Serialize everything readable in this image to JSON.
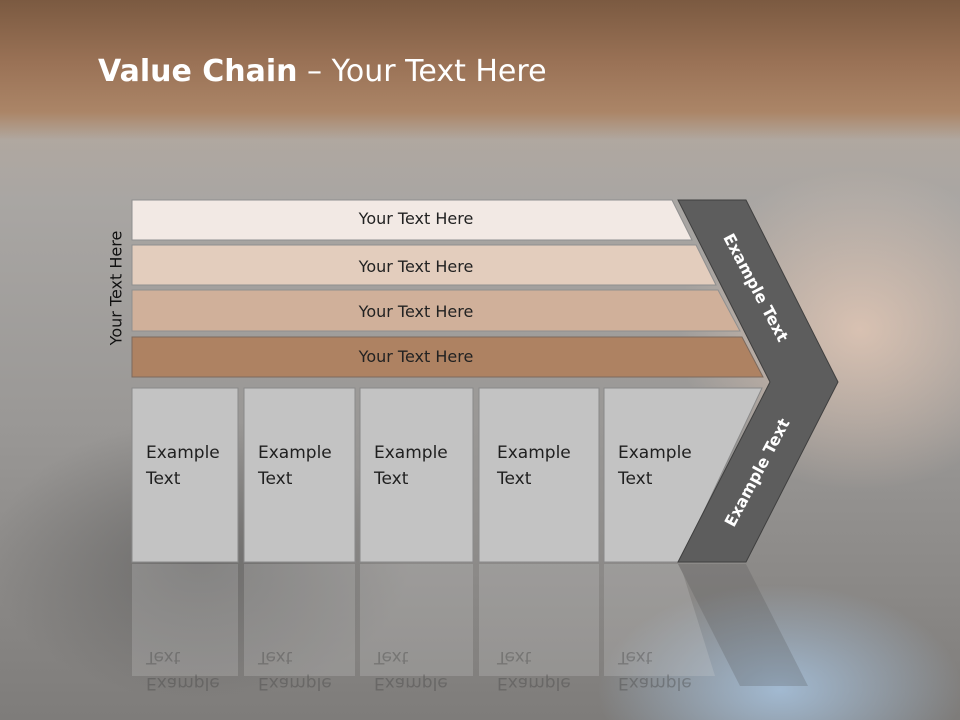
{
  "title": {
    "bold": "Value Chain",
    "rest": " – Your Text Here"
  },
  "side_label": "Your Text Here",
  "rows": [
    {
      "label": "Your Text Here"
    },
    {
      "label": "Your Text Here"
    },
    {
      "label": "Your Text Here"
    },
    {
      "label": "Your Text Here"
    }
  ],
  "columns": [
    {
      "line1": "Example",
      "line2": "Text"
    },
    {
      "line1": "Example",
      "line2": "Text"
    },
    {
      "line1": "Example",
      "line2": "Text"
    },
    {
      "line1": "Example",
      "line2": "Text"
    },
    {
      "line1": "Example",
      "line2": "Text"
    }
  ],
  "chevron": {
    "upper": "Example Text",
    "lower": "Example Text"
  },
  "colors": {
    "row_1": "#f2e9e4",
    "row_2": "#e3cdbd",
    "row_3": "#d0b09a",
    "row_4": "#ae8262",
    "column": "#c3c3c3",
    "chevron": "#5d5d5d",
    "header": "#9a7256"
  }
}
